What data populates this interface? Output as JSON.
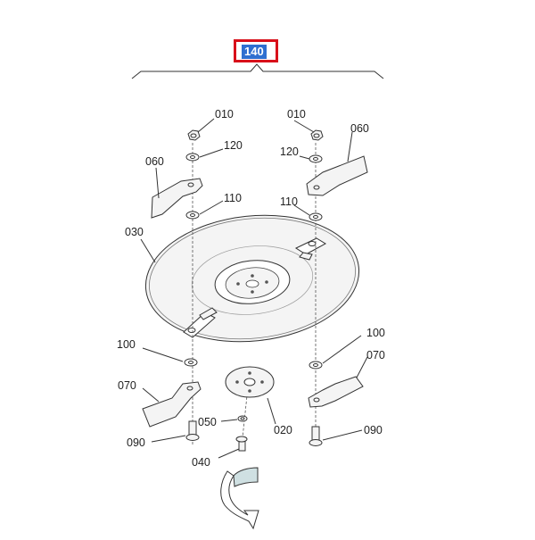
{
  "assembly_ref": "140",
  "callouts": [
    {
      "id": "c010a",
      "text": "010"
    },
    {
      "id": "c010b",
      "text": "010"
    },
    {
      "id": "c120a",
      "text": "120"
    },
    {
      "id": "c120b",
      "text": "120"
    },
    {
      "id": "c060a",
      "text": "060"
    },
    {
      "id": "c060b",
      "text": "060"
    },
    {
      "id": "c110a",
      "text": "110"
    },
    {
      "id": "c110b",
      "text": "110"
    },
    {
      "id": "c030",
      "text": "030"
    },
    {
      "id": "c100a",
      "text": "100"
    },
    {
      "id": "c100b",
      "text": "100"
    },
    {
      "id": "c070a",
      "text": "070"
    },
    {
      "id": "c070b",
      "text": "070"
    },
    {
      "id": "c050",
      "text": "050"
    },
    {
      "id": "c020",
      "text": "020"
    },
    {
      "id": "c090a",
      "text": "090"
    },
    {
      "id": "c090b",
      "text": "090"
    },
    {
      "id": "c040",
      "text": "040"
    }
  ],
  "colors": {
    "highlight_border": "#d8101a",
    "highlight_fill": "#2f6fd0"
  }
}
